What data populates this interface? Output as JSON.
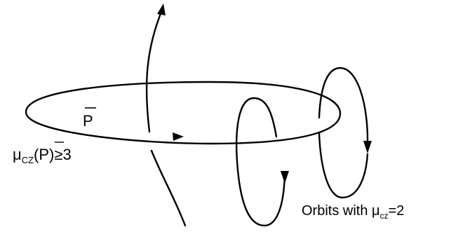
{
  "labels": {
    "orbit_label": "P",
    "mu_symbol": "μ",
    "mu_subscript": "CZ",
    "mu_argument": "P",
    "mu_relation": "≥3",
    "caption_prefix": "Orbits with ",
    "caption_mu": "μ",
    "caption_subscript": "cz",
    "caption_value": "=2"
  }
}
